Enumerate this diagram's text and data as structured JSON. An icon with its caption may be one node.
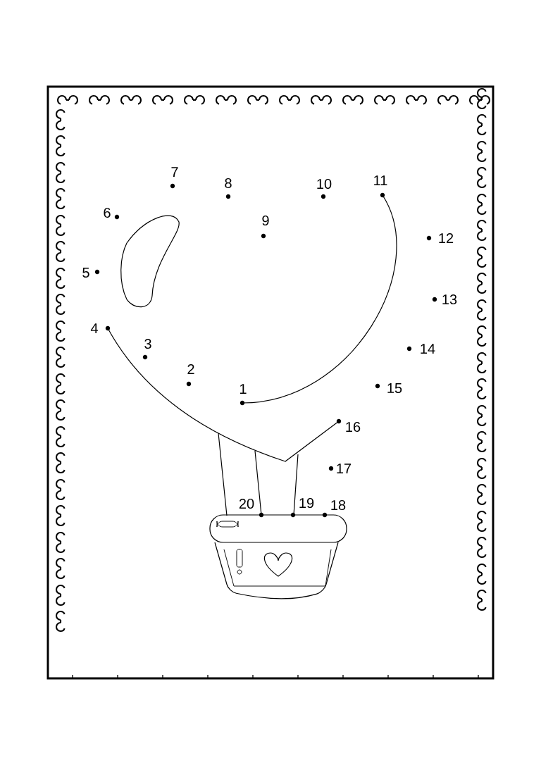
{
  "diagram": {
    "labels": [
      "1",
      "2",
      "3",
      "4",
      "5",
      "6",
      "7",
      "8",
      "9",
      "10",
      "11",
      "12",
      "13",
      "14",
      "15",
      "16",
      "17",
      "18",
      "19",
      "20"
    ]
  }
}
